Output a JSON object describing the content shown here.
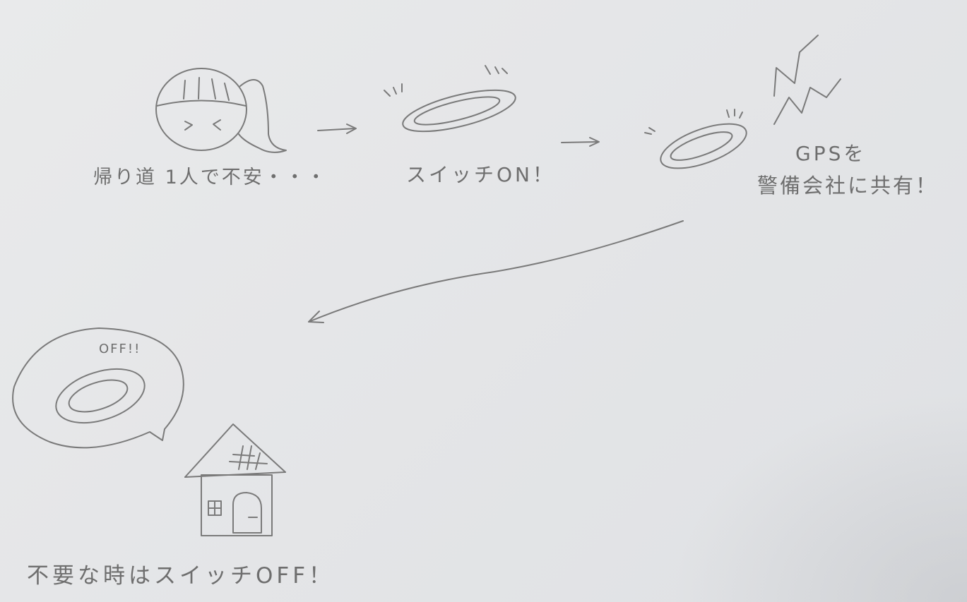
{
  "steps": [
    {
      "caption": "帰り道 1人で不安・・・"
    },
    {
      "caption": "スイッチON！"
    },
    {
      "caption_line1": "GPSを",
      "caption_line2": "警備会社に共有！"
    },
    {
      "caption": "不要な時はスイッチOFF！"
    }
  ],
  "speech_bubble": {
    "text": "OFF!!"
  },
  "colors": {
    "pencil": "#7a7a7a",
    "paper": "#e6e7e9"
  }
}
